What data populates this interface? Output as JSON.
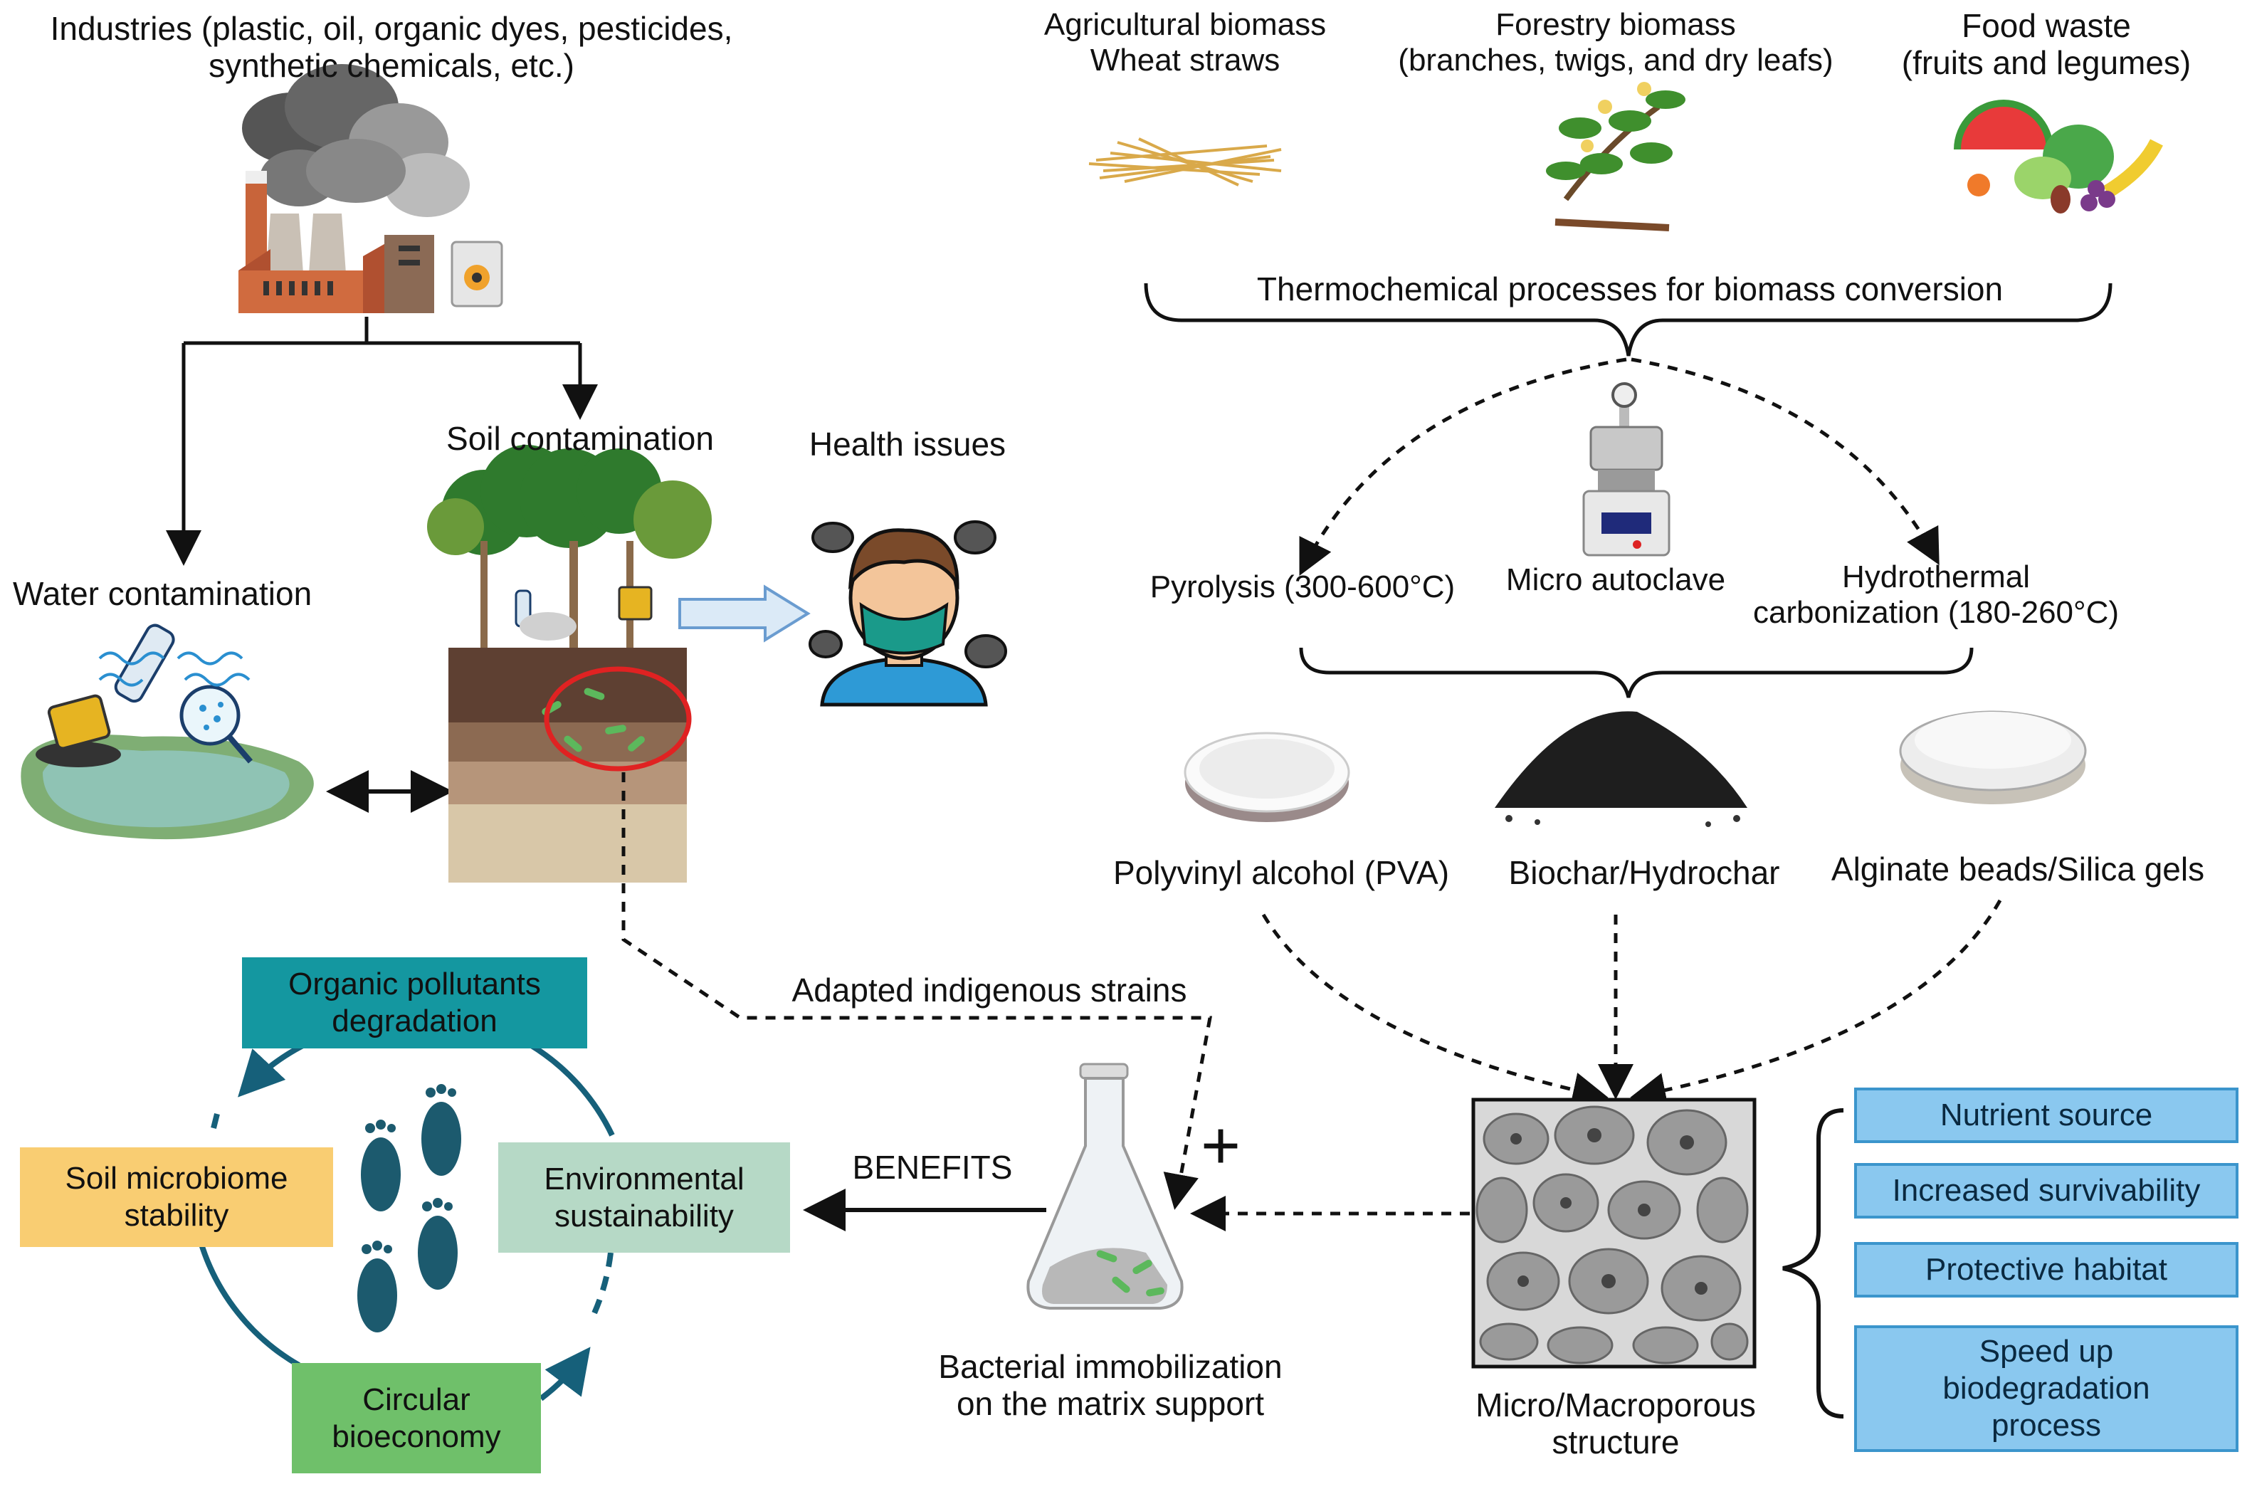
{
  "colors": {
    "organic": "#1497a0",
    "soil": "#f9cd72",
    "environmental": "#b6d9c6",
    "circular": "#6fc06a",
    "property_fill": "#8ac8ef",
    "property_border": "#3b95cc",
    "arrow": "#111111",
    "cycle": "#16607a",
    "highlight": "#e02222"
  },
  "sources": {
    "industries": "Industries (plastic, oil, organic dyes, pesticides,\nsynthetic chemicals, etc.)",
    "soil_contamination": "Soil contamination",
    "water_contamination": "Water contamination",
    "health_issues": "Health issues"
  },
  "biomass": {
    "agricultural": "Agricultural biomass\nWheat straws",
    "forestry": "Forestry biomass\n(branches, twigs, and dry leafs)",
    "food_waste": "Food waste\n(fruits and legumes)"
  },
  "processes": {
    "thermochemical": "Thermochemical processes for biomass conversion",
    "pyrolysis": "Pyrolysis (300-600°C)",
    "autoclave": "Micro autoclave",
    "htc": "Hydrothermal\ncarbonization (180-260°C)"
  },
  "materials": {
    "pva": "Polyvinyl alcohol (PVA)",
    "biochar": "Biochar/Hydrochar",
    "alginate": "Alginate beads/Silica gels"
  },
  "structure": {
    "label": "Micro/Macroporous\nstructure"
  },
  "properties": [
    "Nutrient source",
    "Increased survivability",
    "Protective habitat",
    "Speed up\nbiodegradation\nprocess"
  ],
  "immobilization": {
    "strains": "Adapted indigenous strains",
    "label": "Bacterial immobilization\non the matrix support",
    "plus": "+",
    "benefits": "BENEFITS"
  },
  "cycle": {
    "organic": "Organic pollutants\ndegradation",
    "soil": "Soil microbiome\nstability",
    "environmental": "Environmental\nsustainability",
    "circular": "Circular\nbioeconomy"
  }
}
